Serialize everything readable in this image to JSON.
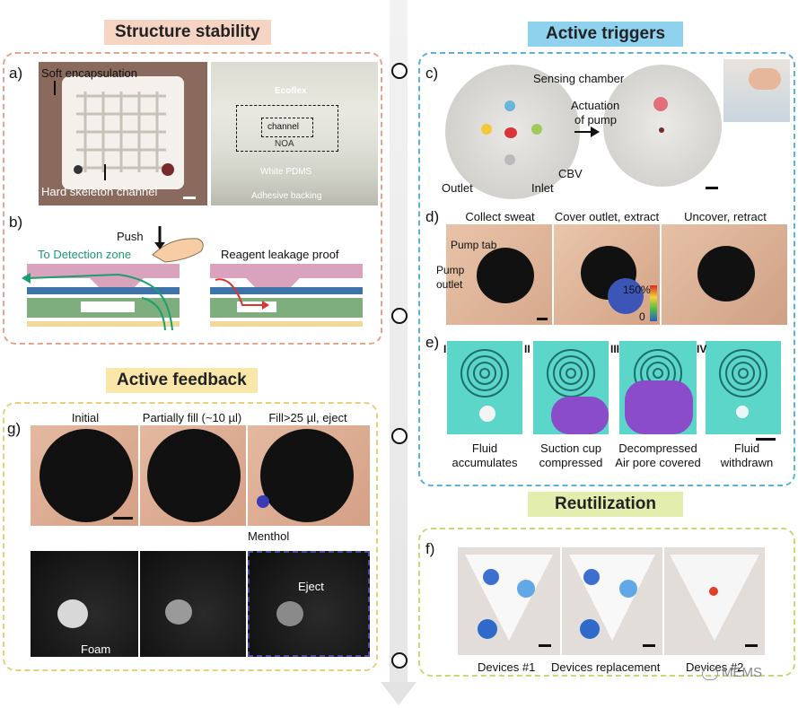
{
  "sections": {
    "structure": "Structure stability",
    "triggers": "Active triggers",
    "feedback": "Active feedback",
    "reutil": "Reutilization"
  },
  "colors": {
    "structure_border": "#e3a58c",
    "structure_title_bg": "#f6d4c4",
    "triggers_border": "#5db0d6",
    "triggers_title_bg": "#8fd2ee",
    "feedback_border": "#e8d07a",
    "feedback_title_bg": "#f8e7a8",
    "reutil_border": "#c7d87b",
    "reutil_title_bg": "#e3eeae"
  },
  "panel_a": {
    "label": "a)",
    "soft": "Soft encapsulation",
    "hard": "Hard skeleton channel",
    "ecoflex": "Ecoflex",
    "channel": "channel",
    "noa": "NOA",
    "pdms": "White PDMS",
    "adhesive": "Adhesive backing"
  },
  "panel_b": {
    "label": "b)",
    "push": "Push",
    "detection": "To Detection zone",
    "leakage": "Reagent leakage proof"
  },
  "panel_c": {
    "label": "c)",
    "sensing": "Sensing chamber",
    "actuation": "Actuation",
    "of_pump": "of pump",
    "outlet": "Outlet",
    "inlet": "Inlet",
    "cbv": "CBV"
  },
  "panel_d": {
    "label": "d)",
    "collect": "Collect sweat",
    "cover": "Cover outlet, extract",
    "uncover": "Uncover, retract",
    "pump_tab": "Pump tab",
    "pump": "Pump",
    "outlet": "outlet",
    "percent": "150%",
    "zero": "0"
  },
  "panel_e": {
    "label": "e)",
    "steps": [
      {
        "num": "I",
        "line1": "Fluid",
        "line2": "accumulates"
      },
      {
        "num": "II",
        "line1": "Suction cup",
        "line2": "compressed"
      },
      {
        "num": "III",
        "line1": "Decompressed",
        "line2": "Air pore covered"
      },
      {
        "num": "IV",
        "line1": "Fluid",
        "line2": "withdrawn"
      }
    ]
  },
  "panel_g": {
    "label": "g)",
    "initial": "Initial",
    "partial": "Partially fill (~10 µl)",
    "fill": "Fill>25 µl, eject",
    "menthol": "Menthol",
    "foam": "Foam",
    "eject": "Eject"
  },
  "panel_f": {
    "label": "f)",
    "dev1": "Devices #1",
    "replace": "Devices replacement",
    "dev2": "Devices #2"
  },
  "watermark": "MEMS"
}
